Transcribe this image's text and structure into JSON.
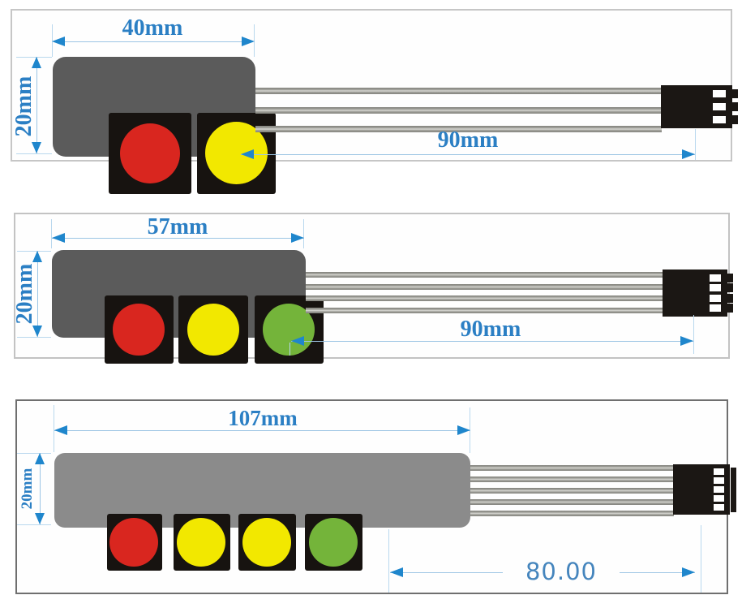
{
  "diagram": {
    "accent_blue": "#2b7fc4",
    "line_blue": "#9cc5e4",
    "connector_color": "#1b1714",
    "cable_color": "#8f8f89"
  },
  "panels": [
    {
      "name": "2-button membrane keypad",
      "width_label": "40mm",
      "height_label": "20mm",
      "cable_length_label": "90mm",
      "body_color": "#5b5b5b",
      "well_color": "#171310",
      "buttons": [
        {
          "name": "red",
          "color": "#d9261f"
        },
        {
          "name": "yellow",
          "color": "#f2e800"
        }
      ],
      "cable_count": 3,
      "pin_count": 3
    },
    {
      "name": "3-button membrane keypad",
      "width_label": "57mm",
      "height_label": "20mm",
      "cable_length_label": "90mm",
      "body_color": "#5b5b5b",
      "well_color": "#171310",
      "buttons": [
        {
          "name": "red",
          "color": "#d9261f"
        },
        {
          "name": "yellow",
          "color": "#f2e800"
        },
        {
          "name": "green",
          "color": "#74b43a"
        }
      ],
      "cable_count": 4,
      "pin_count": 4
    },
    {
      "name": "4-button membrane keypad",
      "width_label": "107mm",
      "height_label": "20mm",
      "cable_length_label": "80.00",
      "body_color": "#8b8b8b",
      "well_color": "#171310",
      "buttons": [
        {
          "name": "red",
          "color": "#d9261f"
        },
        {
          "name": "yellow",
          "color": "#f2e800"
        },
        {
          "name": "yellow",
          "color": "#f2e800"
        },
        {
          "name": "green",
          "color": "#74b43a"
        }
      ],
      "cable_count": 5,
      "pin_count": 5
    }
  ]
}
